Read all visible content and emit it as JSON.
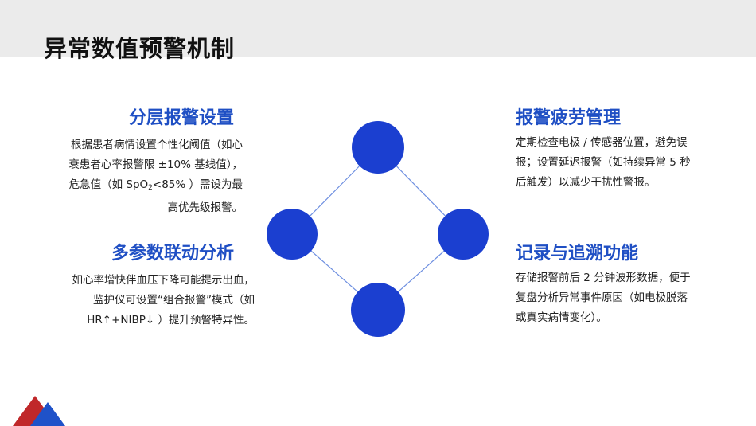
{
  "title": "异常数值预警机制",
  "colors": {
    "accent": "#1f4fc4",
    "circle": "#1b3fd0",
    "connector": "#6e8fe0",
    "band": "#ebebeb",
    "logo_red": "#c0282a",
    "logo_blue": "#1f52c9"
  },
  "sections": {
    "layered": {
      "heading": "分层报警设置",
      "lines": [
        "根据患者病情设置个性化阈值（如心",
        "衰患者心率报警限 ±10% 基线值），"
      ],
      "line3_pre": "危急值（如 SpO",
      "line3_sub": "2",
      "line3_post": "<85% ）需设为最",
      "line4": "高优先级报警。"
    },
    "multi": {
      "heading": "多参数联动分析",
      "lines": [
        "如心率增快伴血压下降可能提示出血，",
        "监护仪可设置“组合报警”模式（如",
        "HR↑+NIBP↓ ）提升预警特异性。"
      ]
    },
    "fatigue": {
      "heading": "报警疲劳管理",
      "lines": [
        "定期检查电极 / 传感器位置，避免误",
        "报；设置延迟报警（如持续异常 5 秒",
        "后触发）以减少干扰性警报。"
      ]
    },
    "record": {
      "heading": "记录与追溯功能",
      "lines": [
        "存储报警前后 2 分钟波形数据，便于",
        "复盘分析异常事件原因（如电极脱落",
        "或真实病情变化）。"
      ]
    }
  }
}
